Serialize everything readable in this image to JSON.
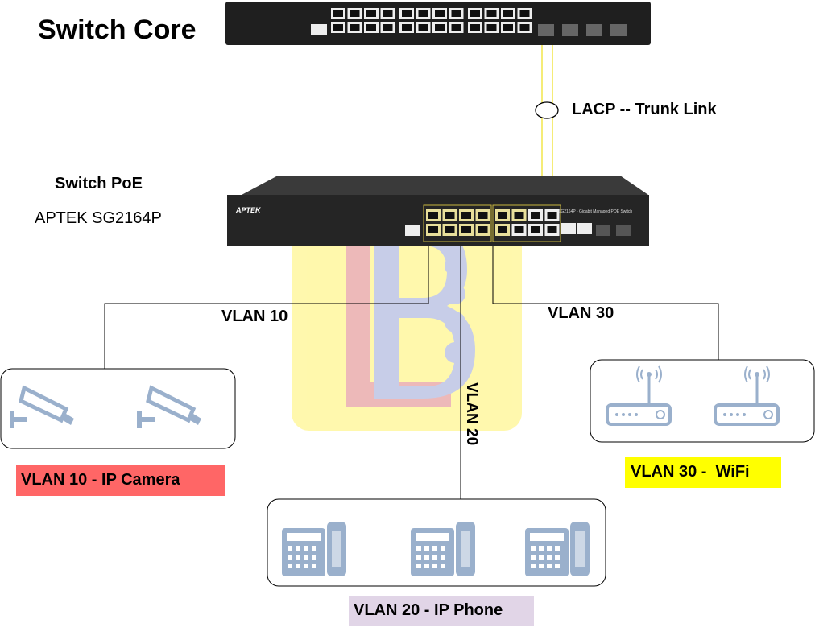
{
  "core": {
    "title": "Switch Core"
  },
  "trunk": {
    "label": "LACP -- Trunk Link"
  },
  "poe": {
    "title": "Switch PoE",
    "model": "APTEK SG2164P",
    "brand": "APTEK",
    "front_label": "SG2164P - Gigabit Managed POE Switch"
  },
  "vlans": {
    "v10": {
      "line_label": "VLAN 10",
      "group_label": "VLAN 10 - IP Camera",
      "color": "#ff6666",
      "device": "camera-icon"
    },
    "v20": {
      "line_label": "VLAN 20",
      "group_label": "VLAN 20 - IP Phone",
      "color": "#e1d5e7",
      "device": "phone-icon"
    },
    "v30": {
      "line_label": "VLAN 30",
      "group_label": "VLAN 30 -  WiFi",
      "color": "#ffff00",
      "device": "router-icon"
    }
  },
  "colors": {
    "trunk_line": "#f2e64a",
    "device_icon": "#9ab0cc",
    "switch_body": "#2b2b2b"
  }
}
